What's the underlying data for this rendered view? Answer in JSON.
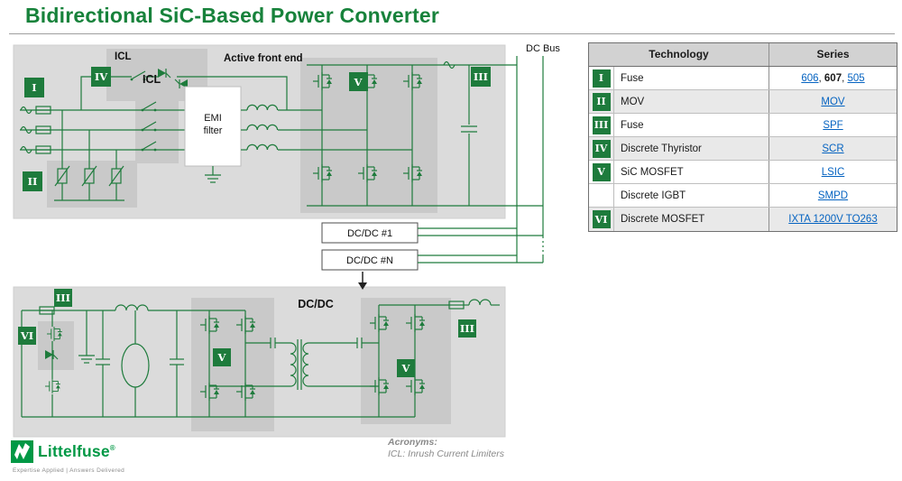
{
  "header": {
    "title": "Bidirectional SiC-Based Power Converter"
  },
  "colors": {
    "brand_green": "#009845",
    "title_green": "#17823B",
    "circuit_green": "#1E7B3C",
    "badge_green": "#1E7B3C",
    "link_blue": "#0563C1",
    "panel_gray": "#DBDBDB",
    "block_gray": "#C9C9C9"
  },
  "badges": {
    "I": "I",
    "II": "II",
    "III": "III",
    "IV": "IV",
    "V": "V",
    "VI": "VI"
  },
  "diagram": {
    "dc_bus_label": "DC Bus",
    "active_front_end_label": "Active front end",
    "icl_label_top": "ICL",
    "icl_label_mid": "ICL",
    "emi_filter_line1": "EMI",
    "emi_filter_line2": "filter",
    "dcdc_box_1": "DC/DC #1",
    "dcdc_box_n": "DC/DC #N",
    "dcdc_section_title": "DC/DC"
  },
  "table": {
    "headers": {
      "technology": "Technology",
      "series": "Series"
    },
    "rows": [
      {
        "badge": "I",
        "technology": "Fuse",
        "series": [
          {
            "text": "606",
            "link": true
          },
          {
            "text": ", ",
            "link": false
          },
          {
            "text": "607",
            "link": false
          },
          {
            "text": ", ",
            "link": false
          },
          {
            "text": "505",
            "link": true
          }
        ]
      },
      {
        "badge": "II",
        "technology": "MOV",
        "series": [
          {
            "text": "MOV",
            "link": true
          }
        ]
      },
      {
        "badge": "III",
        "technology": "Fuse",
        "series": [
          {
            "text": "SPF",
            "link": true
          }
        ]
      },
      {
        "badge": "IV",
        "technology": "Discrete Thyristor",
        "series": [
          {
            "text": "SCR",
            "link": true
          }
        ]
      },
      {
        "badge": "V",
        "technology": "SiC MOSFET",
        "series": [
          {
            "text": "LSIC",
            "link": true
          }
        ]
      },
      {
        "badge": "",
        "technology": "Discrete IGBT",
        "series": [
          {
            "text": "SMPD",
            "link": true
          }
        ]
      },
      {
        "badge": "VI",
        "technology": "Discrete MOSFET",
        "series": [
          {
            "text": "IXTA 1200V TO263",
            "link": true
          }
        ]
      }
    ]
  },
  "footer": {
    "logo_text": "Littelfuse",
    "registered_mark": "®",
    "tagline": "Expertise Applied | Answers Delivered",
    "acronyms_label": "Acronyms:",
    "acronyms_text": "ICL: Inrush Current Limiters"
  }
}
